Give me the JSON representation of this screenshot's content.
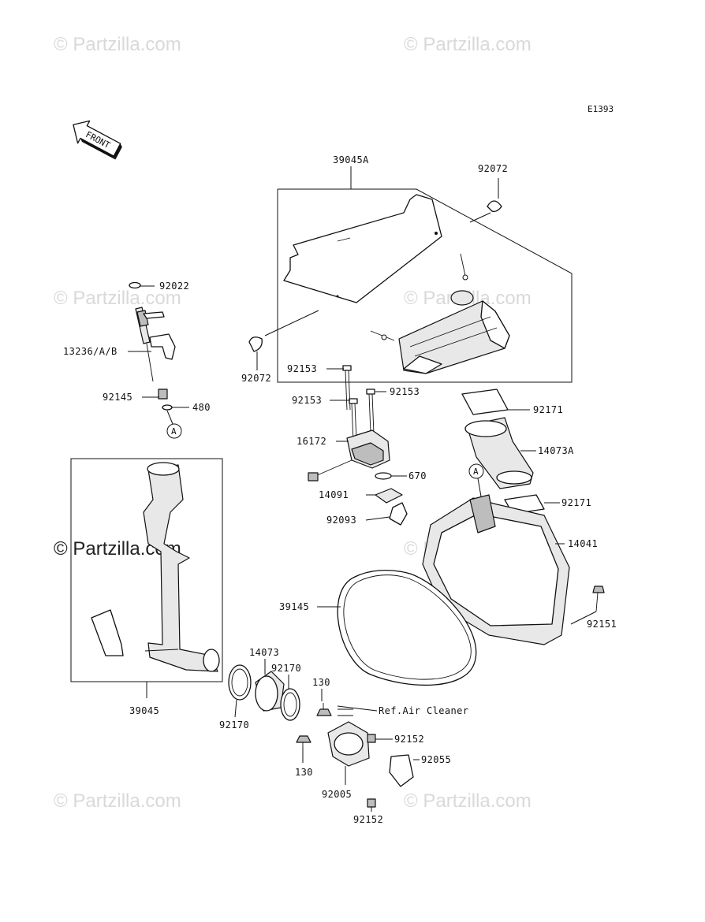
{
  "diagram_code": "E1393",
  "front_arrow_label": "FRONT",
  "watermark": "© Partzilla.com",
  "ref_note": "Ref.Air Cleaner",
  "callout_marker": "A",
  "part_labels": {
    "p39045A": "39045A",
    "p92072_top": "92072",
    "p92072_left": "92072",
    "p92022": "92022",
    "p13236": "13236/A/B",
    "p92145": "92145",
    "p480": "480",
    "p92153_top": "92153",
    "p92153_left": "92153",
    "p92153_right": "92153",
    "p16172": "16172",
    "p92171_top": "92171",
    "p14073A": "14073A",
    "p670": "670",
    "p14091": "14091",
    "p92171_mid": "92171",
    "p92093": "92093",
    "p14041": "14041",
    "p39145": "39145",
    "p92151": "92151",
    "p14073": "14073",
    "p92170_right": "92170",
    "p92170_left": "92170",
    "p130_top": "130",
    "p130_bottom": "130",
    "p92152_top": "92152",
    "p92152_bottom": "92152",
    "p92055": "92055",
    "p92005": "92005",
    "p39045": "39045"
  }
}
